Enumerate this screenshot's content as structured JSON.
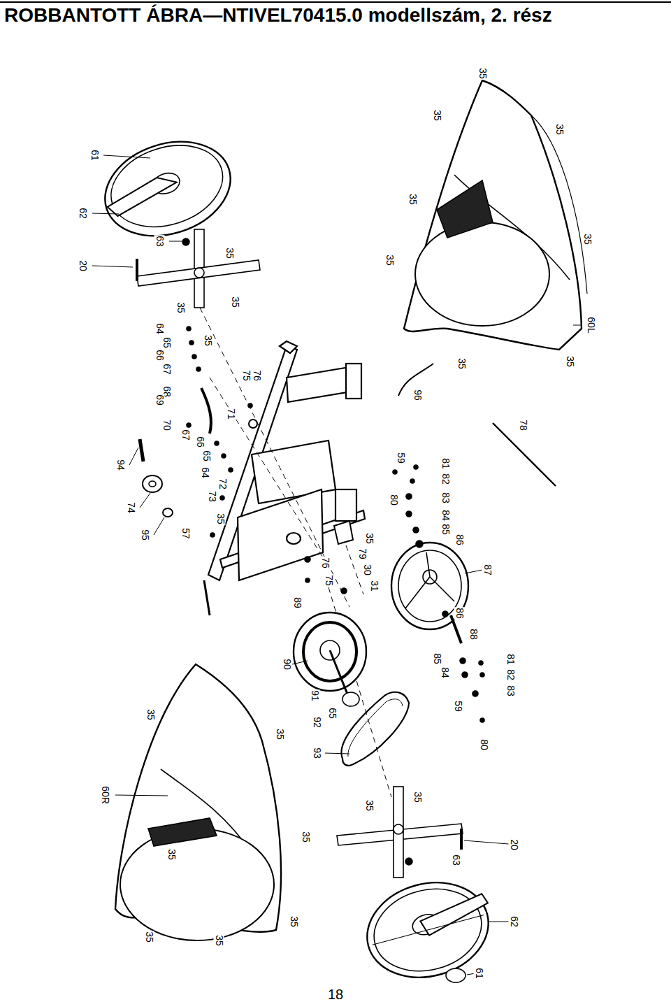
{
  "diagram": {
    "title": "ROBBANTOTT ÁBRA—NTIVEL70415.0 modellszám, 2. rész",
    "labels": [
      "35",
      "35",
      "35",
      "61",
      "62",
      "35",
      "35",
      "63",
      "35",
      "35",
      "20",
      "35",
      "35",
      "60L",
      "64",
      "65",
      "35",
      "66",
      "35",
      "35",
      "67",
      "75",
      "76",
      "68",
      "69",
      "96",
      "71",
      "70",
      "67",
      "78",
      "66",
      "65",
      "94",
      "59",
      "81",
      "64",
      "72",
      "82",
      "73",
      "80",
      "83",
      "74",
      "84",
      "35",
      "85",
      "57",
      "95",
      "35",
      "86",
      "79",
      "76",
      "30",
      "87",
      "75",
      "31",
      "89",
      "86",
      "88",
      "85",
      "81",
      "90",
      "82",
      "84",
      "83",
      "91",
      "59",
      "35",
      "65",
      "92",
      "35",
      "80",
      "93",
      "60R",
      "35",
      "35",
      "35",
      "20",
      "35",
      "63",
      "35",
      "62",
      "35",
      "35",
      "61",
      "18"
    ]
  }
}
